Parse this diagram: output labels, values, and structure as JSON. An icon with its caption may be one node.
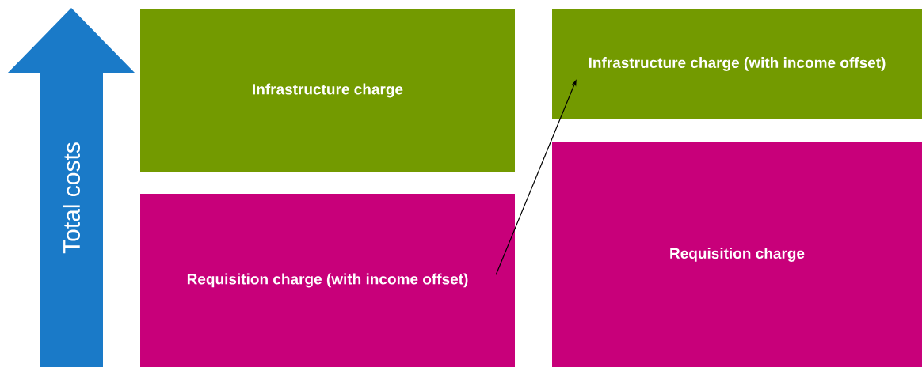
{
  "diagram": {
    "nodes": [
      {
        "text": [
          "Total costs"
        ]
      },
      {
        "text": [
          "Infrastructure charge"
        ]
      },
      {
        "text": [
          "Requisition charge (with income offset)"
        ]
      },
      {
        "text": [
          "Infrastructure charge (with income offset)"
        ]
      },
      {
        "text": [
          "Requisition charge"
        ]
      }
    ],
    "edges": [
      {
        "from": 2,
        "to": 3,
        "arrow": "to"
      }
    ]
  }
}
